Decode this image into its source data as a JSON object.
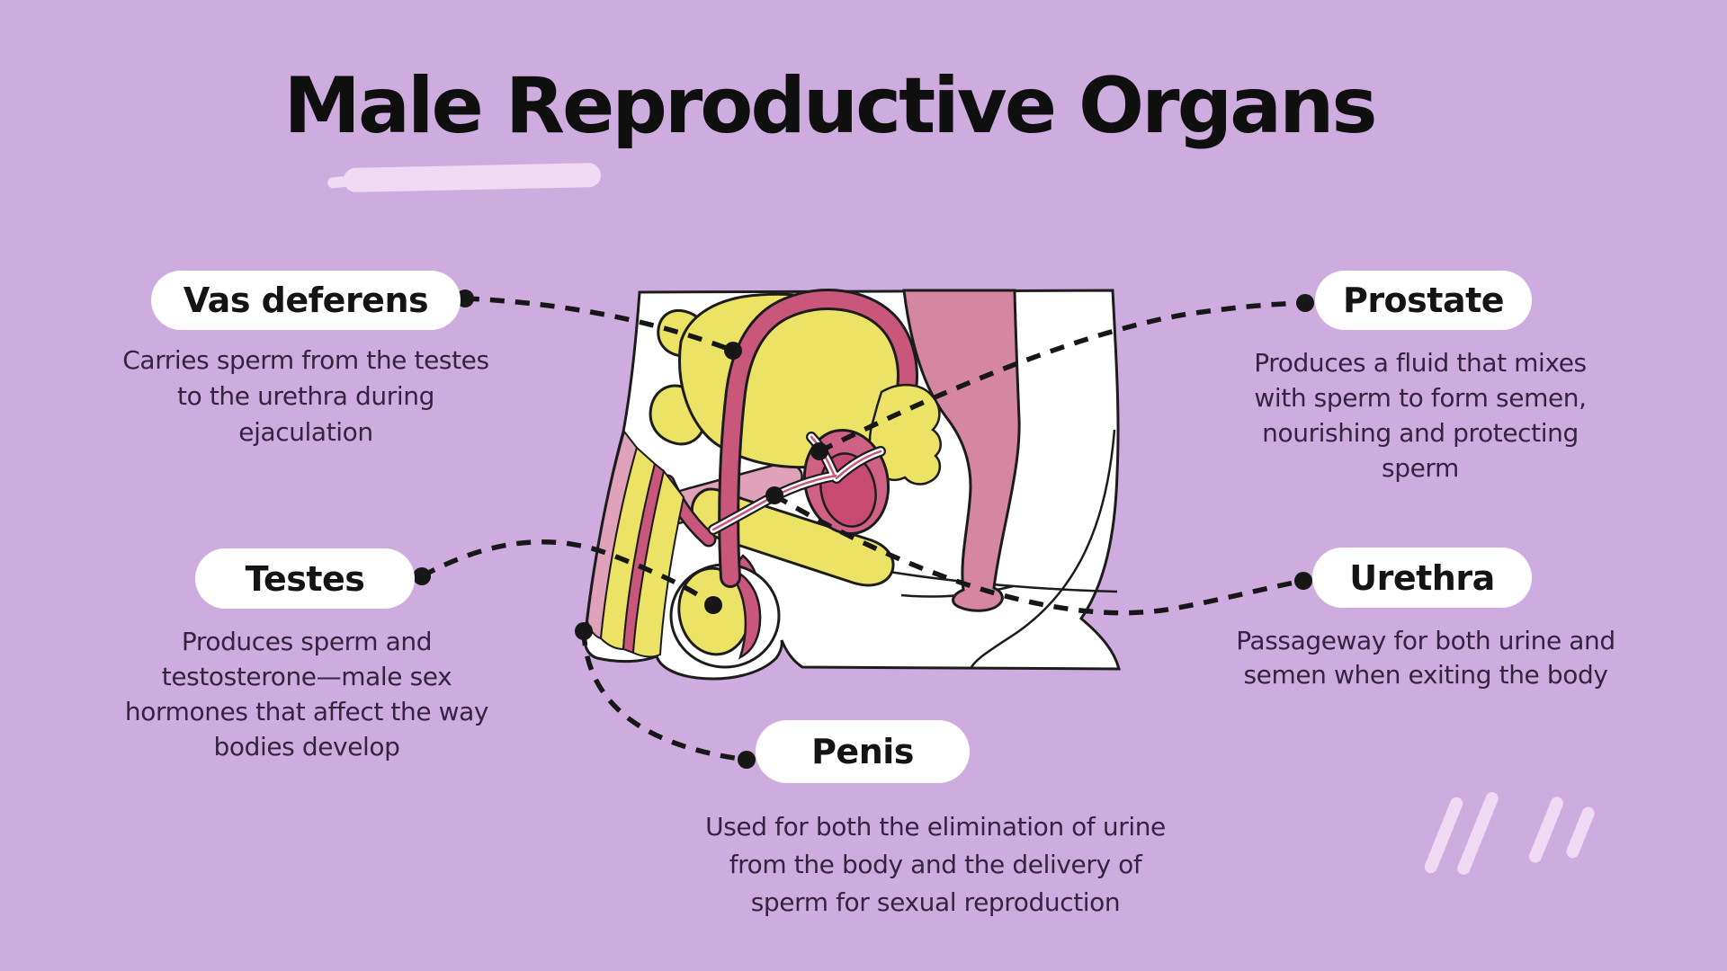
{
  "page": {
    "title": "Male Reproductive Organs",
    "background_color": "#cfacdf"
  },
  "colors": {
    "background": "#cfacdf",
    "pill_white": "#ffffff",
    "label_text": "#141414",
    "description_text": "#33253e",
    "connector_black": "#171717",
    "organ_yellow": "#ebe266",
    "organ_dark_pink": "#c9577b",
    "organ_rose": "#d587a1",
    "organ_light_pink": "#e0a2ba",
    "brush_stroke_pink": "#efdaf3",
    "outline_black": "#1c1c1c"
  },
  "illustration": {
    "subject": "sagittal cross-section of male pelvis"
  },
  "organs": [
    {
      "id": "vas-deferens",
      "label": "Vas deferens",
      "desc_lines": [
        "Carries sperm from the testes",
        "to the urethra during",
        "ejaculation"
      ]
    },
    {
      "id": "prostate",
      "label": "Prostate",
      "desc_lines": [
        "Produces a fluid that mixes",
        "with sperm to form semen,",
        "nourishing and protecting",
        "sperm"
      ]
    },
    {
      "id": "testes",
      "label": "Testes",
      "desc_lines": [
        "Produces sperm and",
        "testosterone—male sex",
        "hormones that affect the way",
        "bodies develop"
      ]
    },
    {
      "id": "urethra",
      "label": "Urethra",
      "desc_lines": [
        "Passageway for both urine and",
        "semen when exiting the body"
      ]
    },
    {
      "id": "penis",
      "label": "Penis",
      "desc_lines": [
        "Used for both the elimination of urine",
        "from the body and the delivery of",
        "sperm for sexual reproduction"
      ]
    }
  ]
}
